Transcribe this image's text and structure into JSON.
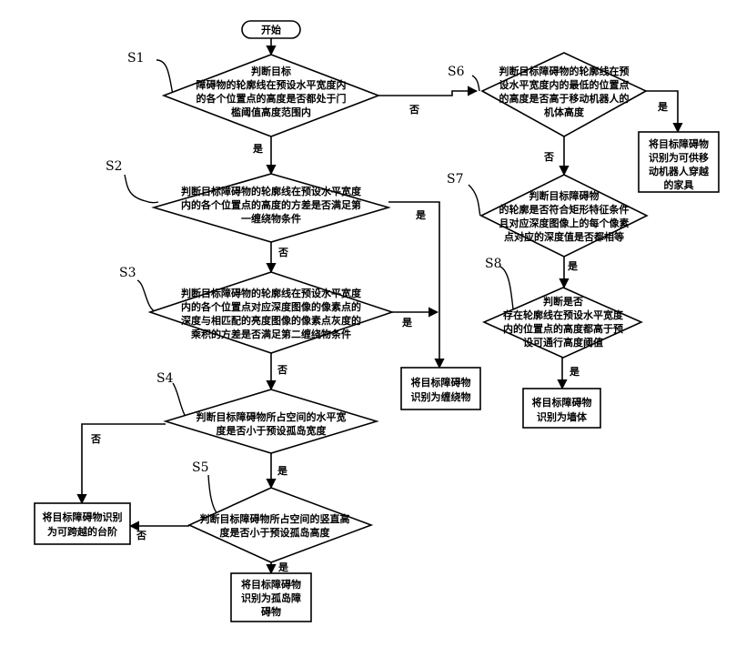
{
  "nodes": {
    "start": {
      "lines": [
        "开始"
      ]
    },
    "d1": {
      "lines": [
        "判断目标",
        "障碍物的轮廓线在预设水平宽度内",
        "的各个位置点的高度是否都处于门",
        "槛阈值高度范围内"
      ]
    },
    "d2": {
      "lines": [
        "判断目标障碍物的轮廓线在预设水平宽度",
        "内的各个位置点的高度的方差是否满足第",
        "一缠绕物条件"
      ]
    },
    "d3": {
      "lines": [
        "判断目标障碍物的轮廓线在预设水平宽度",
        "内的各个位置点对应深度图像的像素点的",
        "深度与相匹配的亮度图像的像素点灰度的",
        "乘积的方差是否满足第二缠绕物条件"
      ]
    },
    "d4": {
      "lines": [
        "判断目标障碍物所占空间的水平宽",
        "度是否小于预设孤岛宽度"
      ]
    },
    "d5": {
      "lines": [
        "判断目标障碍物所占空间的竖直高",
        "度是否小于预设孤岛高度"
      ]
    },
    "d6": {
      "lines": [
        "判断目标障碍物的轮廓线在预",
        "设水平宽度内的最低的位置点",
        "的高度是否高于移动机器人的",
        "机体高度"
      ]
    },
    "d7": {
      "lines": [
        "判断目标障碍物",
        "的轮廓是否符合矩形特征条件",
        "且对应深度图像上的每个像素",
        "点对应的深度值是否都相等"
      ]
    },
    "d8": {
      "lines": [
        "判断是否",
        "存在轮廓线在预设水平宽度",
        "内的位置点的高度都高于预",
        "设可通行高度阈值"
      ]
    },
    "r_tangle": {
      "lines": [
        "将目标障碍物",
        "识别为缠绕物"
      ]
    },
    "r_step": {
      "lines": [
        "将目标障碍物识别",
        "为可跨越的台阶"
      ]
    },
    "r_island": {
      "lines": [
        "将目标障碍物",
        "识别为孤岛障",
        "碍物"
      ]
    },
    "r_furniture": {
      "lines": [
        "将目标障碍物",
        "识别为可供移",
        "动机器人穿越",
        "的家具"
      ]
    },
    "r_wall": {
      "lines": [
        "将目标障碍物",
        "识别为墙体"
      ]
    }
  },
  "edge_labels": {
    "d1_yes": "是",
    "d1_no": "否",
    "d2_yes": "是",
    "d2_no": "否",
    "d3_yes": "是",
    "d3_no": "否",
    "d4_yes": "是",
    "d4_no": "否",
    "d5_yes": "是",
    "d5_no": "否",
    "d6_yes": "是",
    "d6_no": "否",
    "d7_yes": "是",
    "d8_yes": "是"
  },
  "step_labels": {
    "s1": "S1",
    "s2": "S2",
    "s3": "S3",
    "s4": "S4",
    "s5": "S5",
    "s6": "S6",
    "s7": "S7",
    "s8": "S8"
  }
}
